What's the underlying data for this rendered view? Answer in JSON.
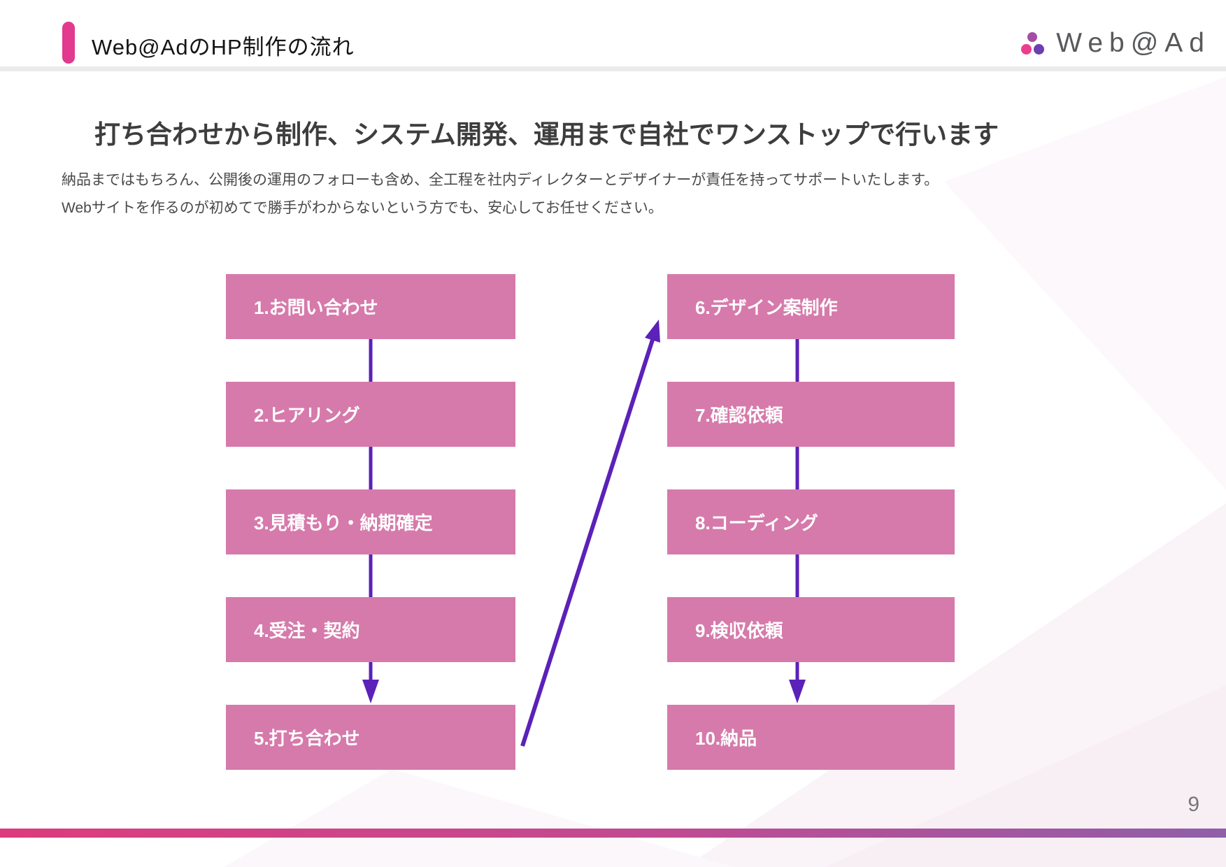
{
  "header": {
    "title": "Web@AdのHP制作の流れ",
    "logo_text": "Web@Ad"
  },
  "main": {
    "heading": "打ち合わせから制作、システム開発、運用まで自社でワンストップで行います",
    "description_line1": "納品まではもちろん、公開後の運用のフォローも含め、全工程を社内ディレクターとデザイナーが責任を持ってサポートいたします。",
    "description_line2": "Webサイトを作るのが初めてで勝手がわからないという方でも、安心してお任せください。"
  },
  "flow": {
    "left_steps": [
      "1.お問い合わせ",
      "2.ヒアリング",
      "3.見積もり・納期確定",
      "4.受注・契約",
      "5.打ち合わせ"
    ],
    "right_steps": [
      "6.デザイン案制作",
      "7.確認依頼",
      "8.コーディング",
      "9.検収依頼",
      "10.納品"
    ]
  },
  "footer": {
    "page_number": "9"
  },
  "colors": {
    "accent_pink": "#e23a8e",
    "box_pink": "#d67aab",
    "arrow_purple": "#5b21b8",
    "bar_gradient_start": "#dc3c7d",
    "bar_gradient_end": "#8f5fa8",
    "logo_dot_top": "#a64ca6",
    "logo_dot_left": "#ec3d8f",
    "logo_dot_right": "#6b3fb0",
    "heading_text": "#3d3d3d",
    "body_text": "#4a4a4a"
  }
}
